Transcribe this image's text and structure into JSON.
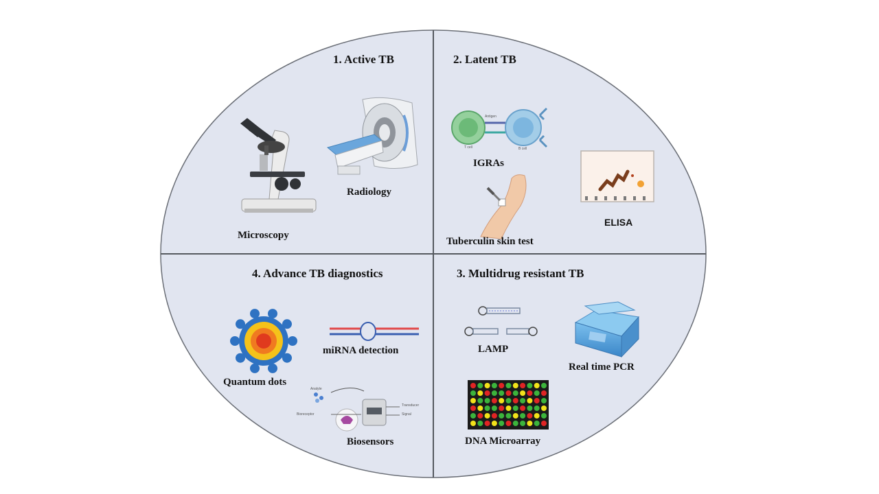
{
  "quadrants": [
    {
      "title": "1. Active TB",
      "items": [
        {
          "label": "Microscopy",
          "icon": "microscope-icon"
        },
        {
          "label": "Radiology",
          "icon": "ct-scanner-icon"
        }
      ]
    },
    {
      "title": "2. Latent TB",
      "items": [
        {
          "label": "IGRAs",
          "icon": "t-cell-b-cell-icon"
        },
        {
          "label": "Tuberculin skin test",
          "icon": "arm-injection-icon"
        },
        {
          "label": "ELISA",
          "icon": "elisa-well-icon"
        }
      ]
    },
    {
      "title": "3. Multidrug resistant TB",
      "items": [
        {
          "label": "LAMP",
          "icon": "lamp-dna-loop-icon"
        },
        {
          "label": "Real time PCR",
          "icon": "pcr-machine-icon"
        },
        {
          "label": "DNA Microarray",
          "icon": "microarray-grid-icon"
        }
      ]
    },
    {
      "title": "4. Advance TB diagnostics",
      "items": [
        {
          "label": "Quantum dots",
          "icon": "quantum-dot-icon"
        },
        {
          "label": "miRNA detection",
          "icon": "mirna-strand-icon"
        },
        {
          "label": "Biosensors",
          "icon": "biosensor-icon"
        }
      ]
    }
  ],
  "igra_small_labels": [
    "Antigen",
    "T cell",
    "B cell"
  ],
  "biosensor_small_labels": [
    "Analyte",
    "Bioreceptor",
    "Transducer",
    "Signal"
  ],
  "colors": {
    "background_fill": "#e1e5f0",
    "divider": "#55595f",
    "microarray_red": "#e02424",
    "microarray_green": "#3cb43c",
    "microarray_yellow": "#f2e21a",
    "pcr_blue": "#5aa4dc",
    "qd_blue": "#2e72c2"
  }
}
